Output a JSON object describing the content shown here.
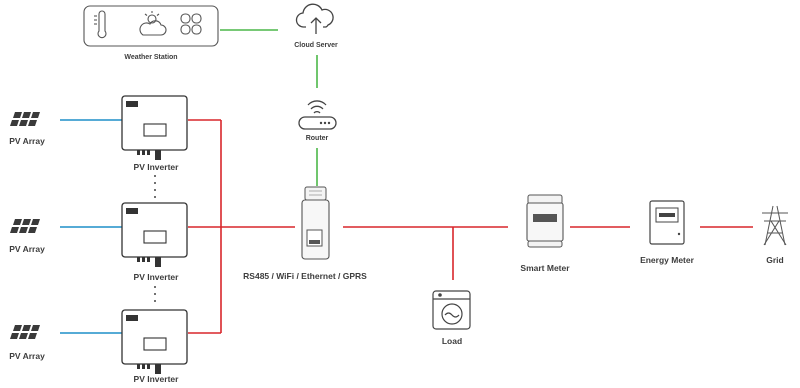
{
  "labels": {
    "weather_station": "Weather Station",
    "cloud_server": "Cloud Server",
    "router": "Router",
    "pv_array": "PV Array",
    "pv_inverter": "PV Inverter",
    "logger": "RS485 / WiFi / Ethernet / GPRS",
    "load": "Load",
    "smart_meter": "Smart Meter",
    "energy_meter": "Energy Meter",
    "grid": "Grid"
  },
  "colors": {
    "power_line": "#d9262b",
    "dc_line": "#1f8fc9",
    "data_line": "#4cb748",
    "outline": "#3d3d3d"
  }
}
